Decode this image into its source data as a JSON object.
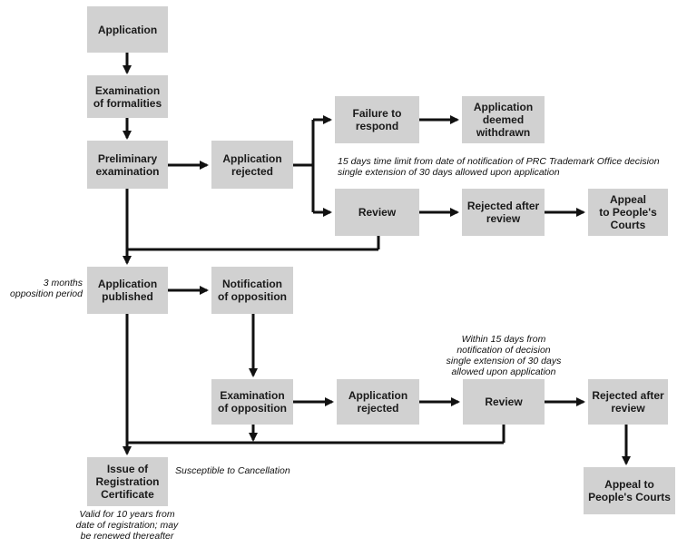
{
  "boxes": {
    "application": "Application",
    "exam_formalities": "Examination\nof formalities",
    "preliminary_exam": "Preliminary\nexamination",
    "app_rejected_1": "Application\nrejected",
    "failure_respond": "Failure to\nrespond",
    "deemed_withdrawn": "Application\ndeemed\nwithdrawn",
    "review_1": "Review",
    "rejected_after_review_1": "Rejected after\nreview",
    "appeal_1": "Appeal\nto People's\nCourts",
    "app_published": "Application\npublished",
    "notif_opposition": "Notification\nof opposition",
    "exam_opposition": "Examination\nof opposition",
    "app_rejected_2": "Application\nrejected",
    "review_2": "Review",
    "rejected_after_review_2": "Rejected after\nreview",
    "issue_certificate": "Issue of\nRegistration\nCertificate",
    "appeal_2": "Appeal to\nPeople's Courts"
  },
  "notes": {
    "time_limit_1": "15 days time limit from date of notification of PRC Trademark Office decision\nsingle extension of 30 days allowed upon application",
    "opposition_period": "3 months\nopposition period",
    "within_15_days": "Within 15 days from\nnotification of decision\nsingle extension of 30 days\nallowed upon application",
    "susceptible": "Susceptible to Cancellation",
    "valid_10_years": "Valid for 10 years from\ndate of registration; may\nbe renewed thereafter"
  },
  "colors": {
    "box_fill": "#d1d1d1",
    "line": "#111111"
  }
}
